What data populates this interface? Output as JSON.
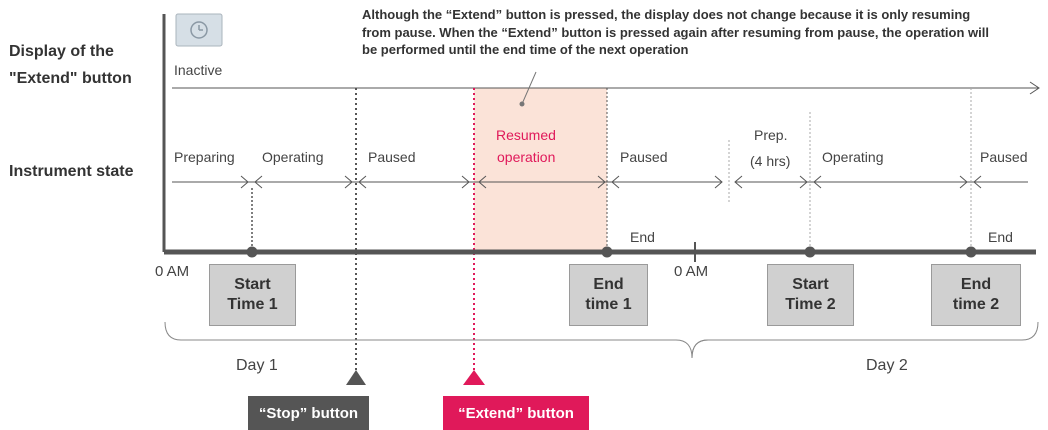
{
  "labels": {
    "display_row_line1": "Display of the",
    "display_row_line2": "\"Extend\" button",
    "state_row": "Instrument state",
    "inactive": "Inactive"
  },
  "note": "Although the “Extend” button is pressed, the display does not change because it is only resuming from pause. When the “Extend” button is pressed again after resuming from pause, the operation will be performed until the end time of the next operation",
  "states": [
    "Preparing",
    "Operating",
    "Paused",
    "Resumed",
    "operation",
    "Paused",
    "Prep.",
    "(4 hrs)",
    "Operating",
    "Paused"
  ],
  "markers": {
    "end_day1": "End",
    "end_day2": "End",
    "midnight_day1": "0 AM",
    "midnight_day2": "0 AM"
  },
  "time_boxes": [
    {
      "line1": "Start",
      "line2": "Time 1"
    },
    {
      "line1": "End",
      "line2": "time 1"
    },
    {
      "line1": "Start",
      "line2": "Time 2"
    },
    {
      "line1": "End",
      "line2": "time 2"
    }
  ],
  "days": [
    "Day 1",
    "Day 2"
  ],
  "buttons": {
    "stop": "“Stop” button",
    "extend": "“Extend” button"
  },
  "colors": {
    "accent": "#e0195a",
    "highlight": "#fbe3d8",
    "dark": "#555555",
    "box": "#d0d0d0"
  }
}
